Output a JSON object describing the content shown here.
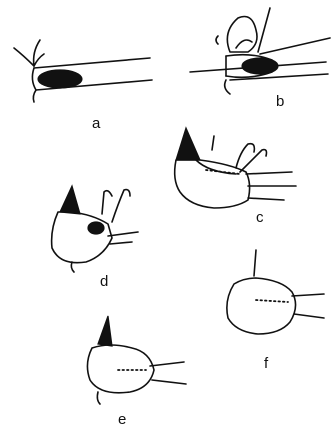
{
  "panels": [
    {
      "id": "a",
      "label": "a"
    },
    {
      "id": "b",
      "label": "b"
    },
    {
      "id": "c",
      "label": "c"
    },
    {
      "id": "d",
      "label": "d"
    },
    {
      "id": "e",
      "label": "e"
    },
    {
      "id": "f",
      "label": "f"
    }
  ]
}
